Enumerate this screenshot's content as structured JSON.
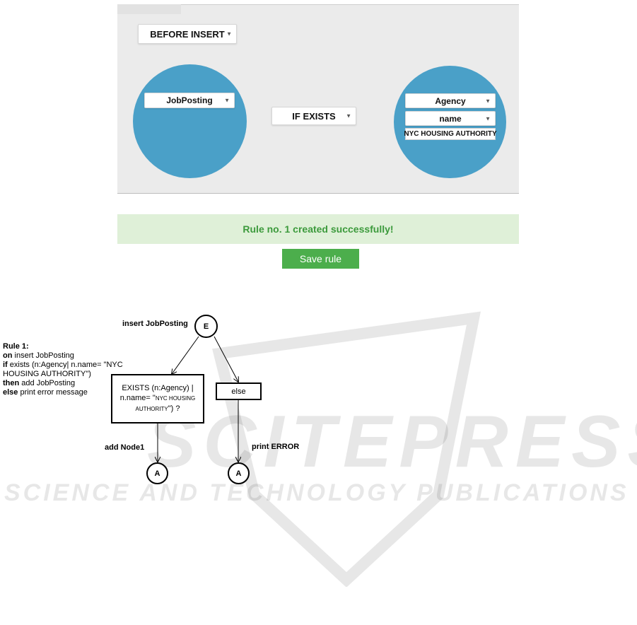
{
  "top_panel": {
    "trigger_select": "BEFORE INSERT",
    "left_node_select": "JobPosting",
    "condition_select": "IF EXISTS",
    "right_node_label_select": "Agency",
    "right_node_property_select": "name",
    "right_node_value": "NYC HOUSING AUTHORITY"
  },
  "alert": {
    "message": "Rule no. 1 created successfully!"
  },
  "save_button": {
    "label": "Save rule"
  },
  "diagram": {
    "rule_heading": "Rule 1:",
    "rule_lines": [
      {
        "kw": "on",
        "text": " insert JobPosting"
      },
      {
        "kw": "if",
        "text": " exists (n:Agency| n.name= \"NYC"
      },
      {
        "kw": "",
        "text": "HOUSING AUTHORITY\")"
      },
      {
        "kw": "then",
        "text": " add JobPosting"
      },
      {
        "kw": "else",
        "text": " print error message"
      }
    ],
    "start_label": "insert JobPosting",
    "start_node": "E",
    "exists_box_line1": "EXISTS (n:Agency) |",
    "exists_box_line2_prefix": "n.name= \"",
    "exists_box_line2_small": "NYC HOUSING",
    "exists_box_line3_small": "AUTHORITY",
    "exists_box_line3_suffix": "\") ?",
    "else_box": "else",
    "left_edge_label": "add Node1",
    "right_edge_label": "print ERROR",
    "end_node_left": "A",
    "end_node_right": "A"
  },
  "watermark": {
    "line1": "SCITEPRESS",
    "line2": "SCIENCE AND TECHNOLOGY PUBLICATIONS"
  },
  "colors": {
    "circle": "#4aa0c8",
    "success_bg": "#dff0d8",
    "success_text": "#3c9a3c",
    "button": "#4cae4c"
  }
}
